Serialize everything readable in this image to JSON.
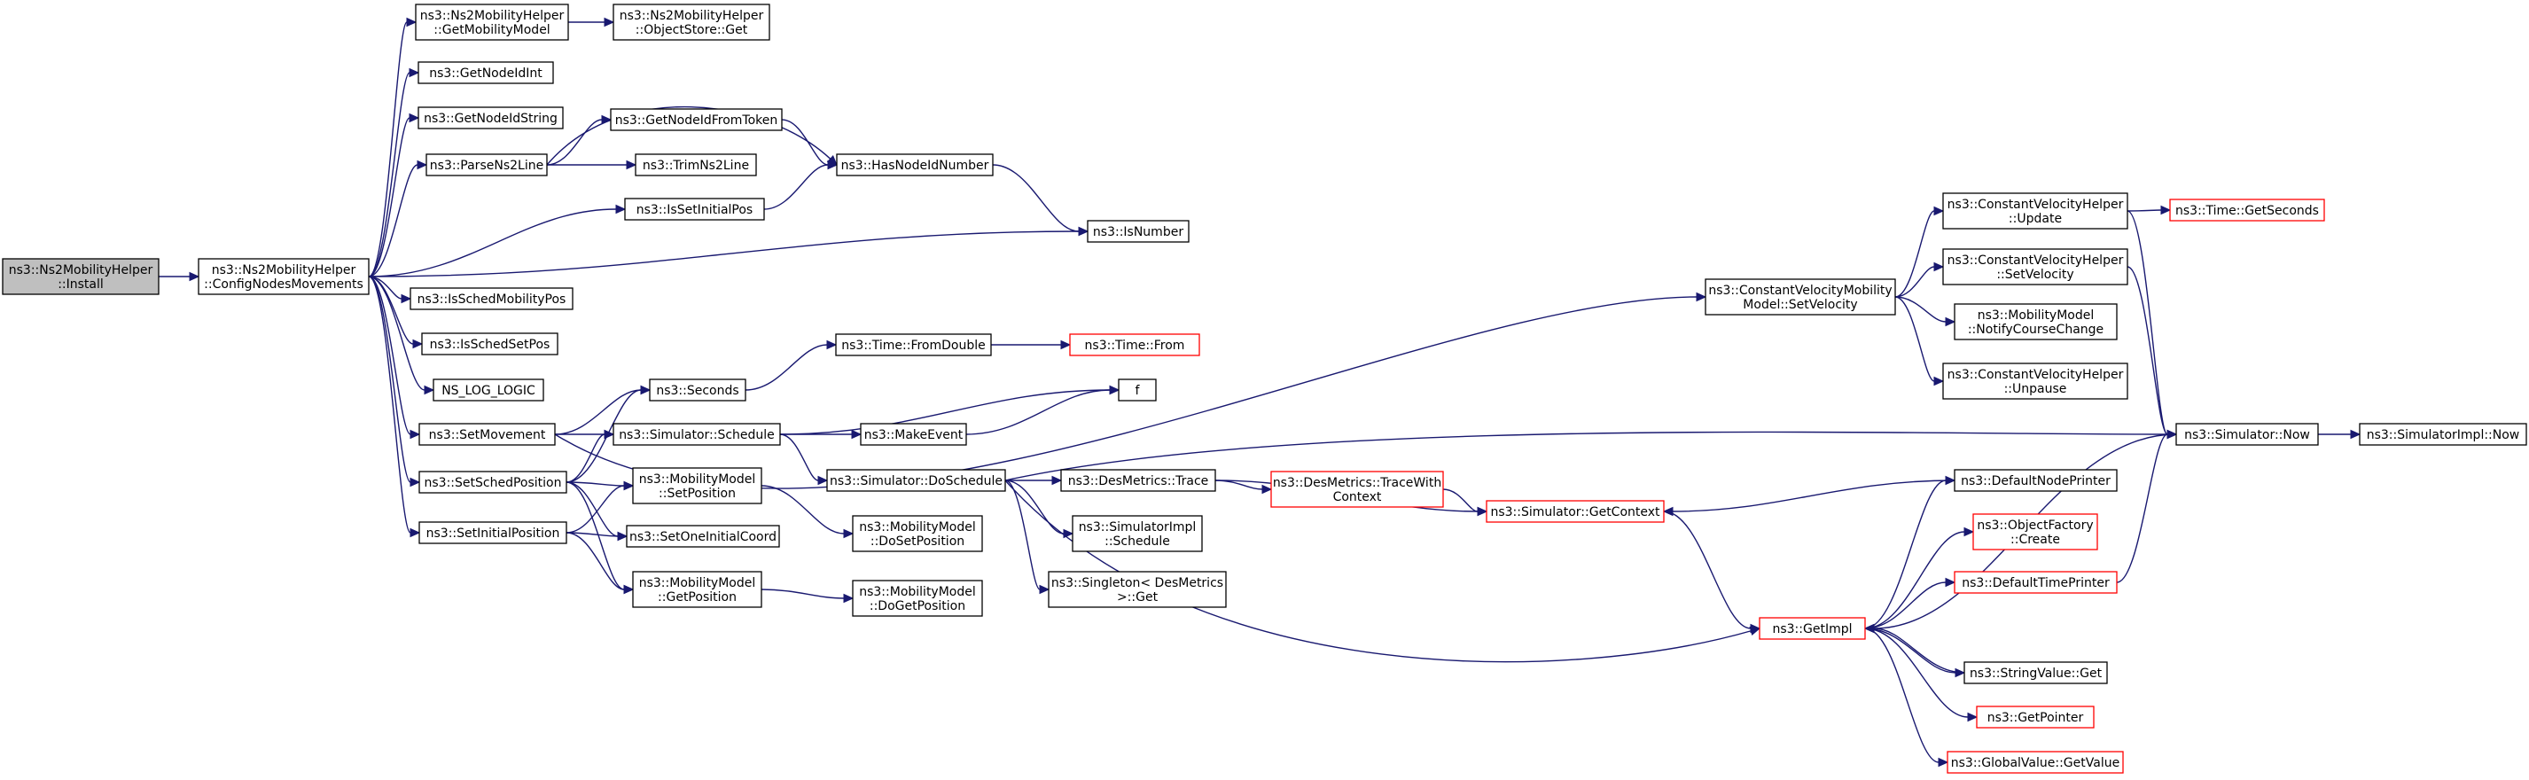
{
  "diagram": {
    "nodes": [
      {
        "id": "install",
        "lines": [
          "ns3::Ns2MobilityHelper",
          "::Install"
        ],
        "style": "root"
      },
      {
        "id": "config",
        "lines": [
          "ns3::Ns2MobilityHelper",
          "::ConfigNodesMovements"
        ],
        "style": "normal"
      },
      {
        "id": "getmob",
        "lines": [
          "ns3::Ns2MobilityHelper",
          "::GetMobilityModel"
        ],
        "style": "normal"
      },
      {
        "id": "objstore",
        "lines": [
          "ns3::Ns2MobilityHelper",
          "::ObjectStore::Get"
        ],
        "style": "normal"
      },
      {
        "id": "getint",
        "lines": [
          "ns3::GetNodeIdInt"
        ],
        "style": "normal"
      },
      {
        "id": "getstr",
        "lines": [
          "ns3::GetNodeIdString"
        ],
        "style": "normal"
      },
      {
        "id": "parse",
        "lines": [
          "ns3::ParseNs2Line"
        ],
        "style": "normal"
      },
      {
        "id": "fromtoken",
        "lines": [
          "ns3::GetNodeIdFromToken"
        ],
        "style": "normal"
      },
      {
        "id": "trim",
        "lines": [
          "ns3::TrimNs2Line"
        ],
        "style": "normal"
      },
      {
        "id": "hasnode",
        "lines": [
          "ns3::HasNodeIdNumber"
        ],
        "style": "normal"
      },
      {
        "id": "isinit",
        "lines": [
          "ns3::IsSetInitialPos"
        ],
        "style": "normal"
      },
      {
        "id": "isnumber",
        "lines": [
          "ns3::IsNumber"
        ],
        "style": "normal"
      },
      {
        "id": "isschedmob",
        "lines": [
          "ns3::IsSchedMobilityPos"
        ],
        "style": "normal"
      },
      {
        "id": "isschedset",
        "lines": [
          "ns3::IsSchedSetPos"
        ],
        "style": "normal"
      },
      {
        "id": "nslog",
        "lines": [
          "NS_LOG_LOGIC"
        ],
        "style": "normal"
      },
      {
        "id": "setmove",
        "lines": [
          "ns3::SetMovement"
        ],
        "style": "normal"
      },
      {
        "id": "setsched",
        "lines": [
          "ns3::SetSchedPosition"
        ],
        "style": "normal"
      },
      {
        "id": "setinit",
        "lines": [
          "ns3::SetInitialPosition"
        ],
        "style": "normal"
      },
      {
        "id": "seconds",
        "lines": [
          "ns3::Seconds"
        ],
        "style": "normal"
      },
      {
        "id": "schedule",
        "lines": [
          "ns3::Simulator::Schedule"
        ],
        "style": "normal"
      },
      {
        "id": "mmsetpos",
        "lines": [
          "ns3::MobilityModel",
          "::SetPosition"
        ],
        "style": "normal"
      },
      {
        "id": "setone",
        "lines": [
          "ns3::SetOneInitialCoord"
        ],
        "style": "normal"
      },
      {
        "id": "mmgetpos",
        "lines": [
          "ns3::MobilityModel",
          "::GetPosition"
        ],
        "style": "normal"
      },
      {
        "id": "fromdouble",
        "lines": [
          "ns3::Time::FromDouble"
        ],
        "style": "normal"
      },
      {
        "id": "timefrom",
        "lines": [
          "ns3::Time::From"
        ],
        "style": "trunc"
      },
      {
        "id": "f",
        "lines": [
          "f"
        ],
        "style": "normal"
      },
      {
        "id": "makeevent",
        "lines": [
          "ns3::MakeEvent"
        ],
        "style": "normal"
      },
      {
        "id": "doschedule",
        "lines": [
          "ns3::Simulator::DoSchedule"
        ],
        "style": "normal"
      },
      {
        "id": "dosetpos",
        "lines": [
          "ns3::MobilityModel",
          "::DoSetPosition"
        ],
        "style": "normal"
      },
      {
        "id": "dogetpos",
        "lines": [
          "ns3::MobilityModel",
          "::DoGetPosition"
        ],
        "style": "normal"
      },
      {
        "id": "destrace",
        "lines": [
          "ns3::DesMetrics::Trace"
        ],
        "style": "normal"
      },
      {
        "id": "simimplsched",
        "lines": [
          "ns3::SimulatorImpl",
          "::Schedule"
        ],
        "style": "normal"
      },
      {
        "id": "singleton",
        "lines": [
          "ns3::Singleton< DesMetrics",
          " >::Get"
        ],
        "style": "normal"
      },
      {
        "id": "tracectx",
        "lines": [
          "ns3::DesMetrics::TraceWith",
          "Context"
        ],
        "style": "trunc"
      },
      {
        "id": "getctx",
        "lines": [
          "ns3::Simulator::GetContext"
        ],
        "style": "trunc"
      },
      {
        "id": "getimpl",
        "lines": [
          "ns3::GetImpl"
        ],
        "style": "trunc"
      },
      {
        "id": "cvmsetvel",
        "lines": [
          "ns3::ConstantVelocityMobility",
          "Model::SetVelocity"
        ],
        "style": "normal"
      },
      {
        "id": "cvhupdate",
        "lines": [
          "ns3::ConstantVelocityHelper",
          "::Update"
        ],
        "style": "normal"
      },
      {
        "id": "cvhsetvel",
        "lines": [
          "ns3::ConstantVelocityHelper",
          "::SetVelocity"
        ],
        "style": "normal"
      },
      {
        "id": "notify",
        "lines": [
          "ns3::MobilityModel",
          "::NotifyCourseChange"
        ],
        "style": "normal"
      },
      {
        "id": "unpause",
        "lines": [
          "ns3::ConstantVelocityHelper",
          "::Unpause"
        ],
        "style": "normal"
      },
      {
        "id": "getseconds",
        "lines": [
          "ns3::Time::GetSeconds"
        ],
        "style": "trunc"
      },
      {
        "id": "simnow",
        "lines": [
          "ns3::Simulator::Now"
        ],
        "style": "normal"
      },
      {
        "id": "simimplnow",
        "lines": [
          "ns3::SimulatorImpl::Now"
        ],
        "style": "normal"
      },
      {
        "id": "defnode",
        "lines": [
          "ns3::DefaultNodePrinter"
        ],
        "style": "normal"
      },
      {
        "id": "objfactory",
        "lines": [
          "ns3::ObjectFactory",
          "::Create"
        ],
        "style": "trunc"
      },
      {
        "id": "deftime",
        "lines": [
          "ns3::DefaultTimePrinter"
        ],
        "style": "trunc"
      },
      {
        "id": "strget",
        "lines": [
          "ns3::StringValue::Get"
        ],
        "style": "normal"
      },
      {
        "id": "getptr",
        "lines": [
          "ns3::GetPointer"
        ],
        "style": "trunc"
      },
      {
        "id": "globalget",
        "lines": [
          "ns3::GlobalValue::GetValue"
        ],
        "style": "trunc"
      }
    ],
    "edges": [
      [
        "install",
        "config"
      ],
      [
        "config",
        "getmob"
      ],
      [
        "config",
        "getint"
      ],
      [
        "config",
        "getstr"
      ],
      [
        "config",
        "parse"
      ],
      [
        "config",
        "isinit"
      ],
      [
        "config",
        "isnumber"
      ],
      [
        "config",
        "isschedmob"
      ],
      [
        "config",
        "isschedset"
      ],
      [
        "config",
        "nslog"
      ],
      [
        "config",
        "setmove"
      ],
      [
        "config",
        "setsched"
      ],
      [
        "config",
        "setinit"
      ],
      [
        "getmob",
        "objstore"
      ],
      [
        "parse",
        "fromtoken"
      ],
      [
        "parse",
        "trim"
      ],
      [
        "parse",
        "hasnode"
      ],
      [
        "fromtoken",
        "hasnode"
      ],
      [
        "isinit",
        "hasnode"
      ],
      [
        "hasnode",
        "isnumber"
      ],
      [
        "setmove",
        "seconds"
      ],
      [
        "setmove",
        "schedule"
      ],
      [
        "setmove",
        "cvmsetvel"
      ],
      [
        "setsched",
        "seconds"
      ],
      [
        "setsched",
        "schedule"
      ],
      [
        "setsched",
        "mmsetpos"
      ],
      [
        "setsched",
        "setone"
      ],
      [
        "setsched",
        "mmgetpos"
      ],
      [
        "setinit",
        "mmsetpos"
      ],
      [
        "setinit",
        "setone"
      ],
      [
        "setinit",
        "mmgetpos"
      ],
      [
        "seconds",
        "fromdouble"
      ],
      [
        "fromdouble",
        "timefrom"
      ],
      [
        "schedule",
        "f"
      ],
      [
        "schedule",
        "makeevent"
      ],
      [
        "schedule",
        "doschedule"
      ],
      [
        "makeevent",
        "f"
      ],
      [
        "mmsetpos",
        "dosetpos"
      ],
      [
        "mmgetpos",
        "dogetpos"
      ],
      [
        "doschedule",
        "simnow"
      ],
      [
        "doschedule",
        "destrace"
      ],
      [
        "doschedule",
        "simimplsched"
      ],
      [
        "doschedule",
        "singleton"
      ],
      [
        "doschedule",
        "getimpl"
      ],
      [
        "destrace",
        "tracectx"
      ],
      [
        "destrace",
        "getctx"
      ],
      [
        "tracectx",
        "getctx"
      ],
      [
        "getctx",
        "getimpl"
      ],
      [
        "cvmsetvel",
        "cvhupdate"
      ],
      [
        "cvmsetvel",
        "cvhsetvel"
      ],
      [
        "cvmsetvel",
        "notify"
      ],
      [
        "cvmsetvel",
        "unpause"
      ],
      [
        "cvhupdate",
        "getseconds"
      ],
      [
        "cvhupdate",
        "simnow"
      ],
      [
        "cvhsetvel",
        "simnow"
      ],
      [
        "simnow",
        "simimplnow"
      ],
      [
        "simnow",
        "getimpl"
      ],
      [
        "defnode",
        "getctx"
      ],
      [
        "getimpl",
        "defnode"
      ],
      [
        "getimpl",
        "objfactory"
      ],
      [
        "getimpl",
        "deftime"
      ],
      [
        "getimpl",
        "strget"
      ],
      [
        "getimpl",
        "getptr"
      ],
      [
        "getimpl",
        "globalget"
      ],
      [
        "strget",
        "getimpl"
      ],
      [
        "deftime",
        "simnow"
      ]
    ]
  }
}
